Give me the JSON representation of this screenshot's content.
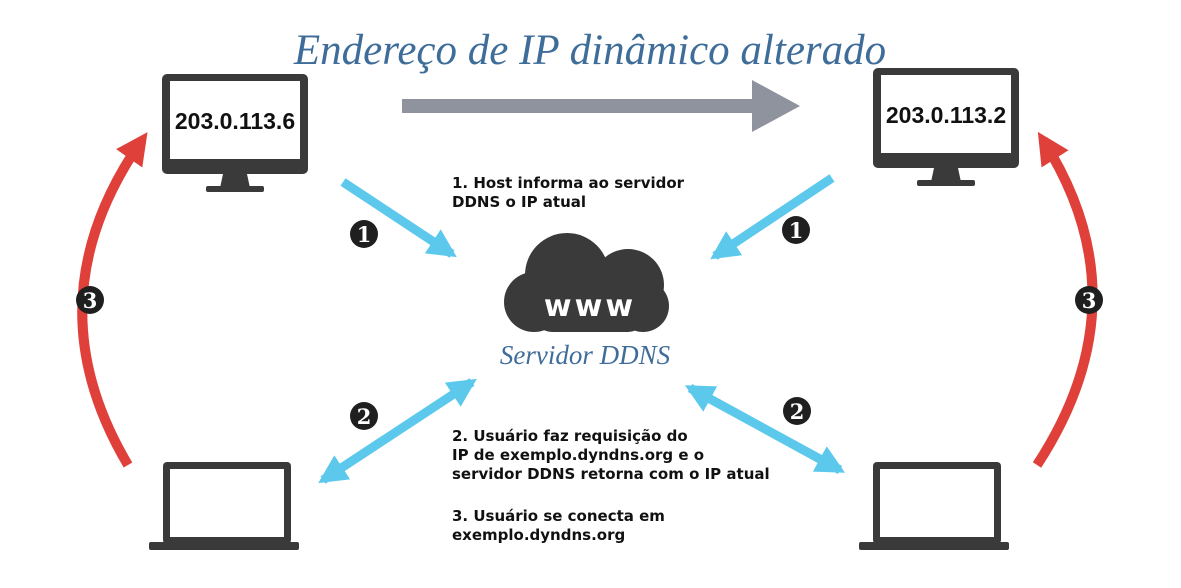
{
  "title": "Endereço de IP dinâmico alterado",
  "hosts": {
    "left_ip": "203.0.113.6",
    "right_ip": "203.0.113.2"
  },
  "server": {
    "cloud_text": "www",
    "label": "Servidor DDNS"
  },
  "steps": {
    "step1": [
      "1. Host informa ao servidor",
      "DDNS o IP atual"
    ],
    "step2": [
      "2. Usuário faz requisição do",
      "IP de exemplo.dyndns.org e o",
      "servidor DDNS retorna com o IP atual"
    ],
    "step3": [
      "3. Usuário se conecta em",
      "exemplo.dyndns.org"
    ]
  },
  "badges": {
    "one": "1",
    "two": "2",
    "three": "3"
  },
  "colors": {
    "title": "#3f6d9a",
    "blue_arrow": "#5bc8ec",
    "red_arrow": "#e0403a",
    "gray_arrow": "#8f939d",
    "device": "#3a3a3a",
    "badge": "#1f1f1f"
  }
}
